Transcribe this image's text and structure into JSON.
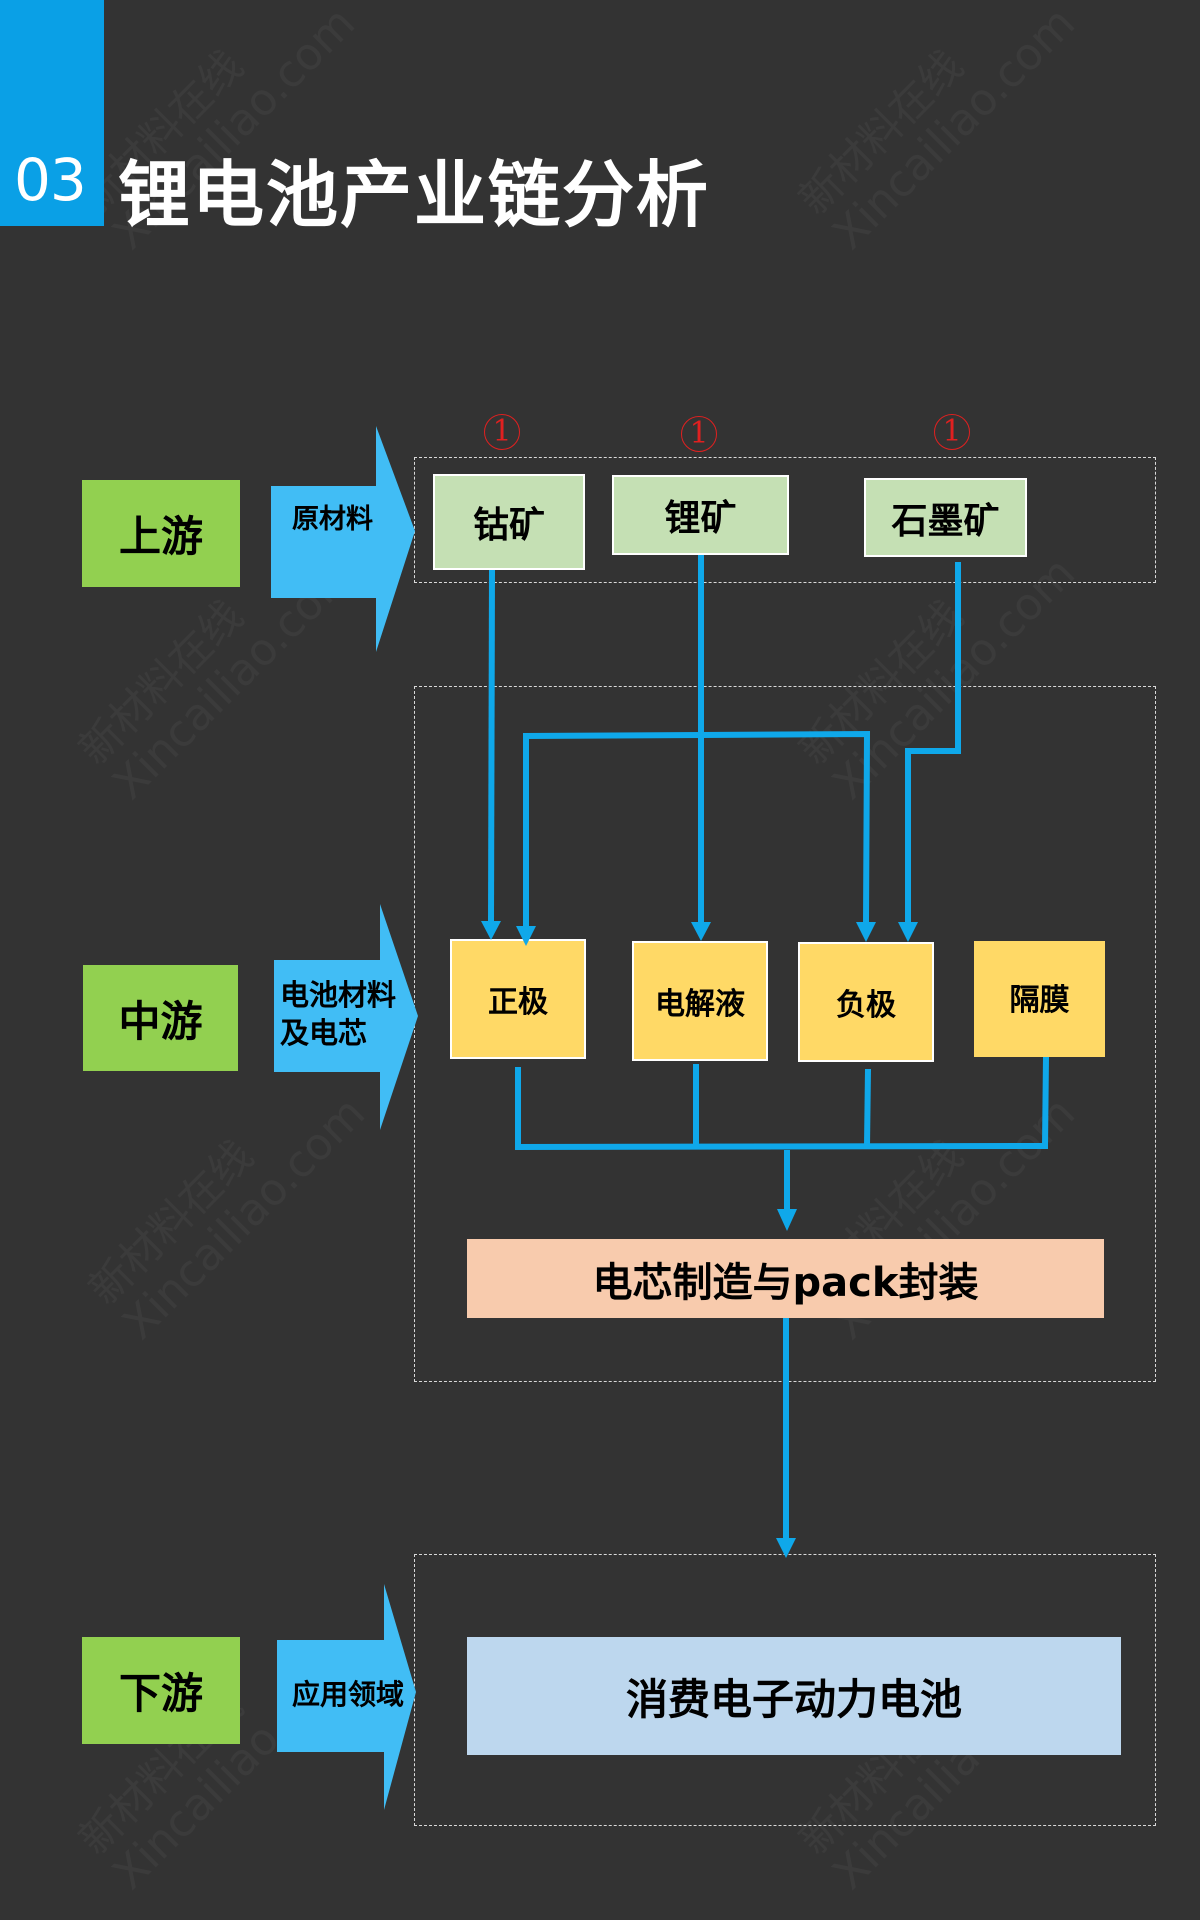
{
  "header": {
    "section_number": "03",
    "title": "锂电池产业链分析"
  },
  "watermark": {
    "text": "新材料在线",
    "url": "Xincailiao.com"
  },
  "stages": {
    "upstream": {
      "label": "上游",
      "arrow_label": "原材料",
      "items": [
        {
          "label": "钴矿",
          "marker": "1"
        },
        {
          "label": "锂矿",
          "marker": "1"
        },
        {
          "label": "石墨矿",
          "marker": "1"
        }
      ]
    },
    "midstream": {
      "label": "中游",
      "arrow_label_line1": "电池材料",
      "arrow_label_line2": "及电芯",
      "items": [
        {
          "label": "正极"
        },
        {
          "label": "电解液"
        },
        {
          "label": "负极"
        },
        {
          "label": "隔膜"
        }
      ],
      "assembly": "电芯制造与pack封装"
    },
    "downstream": {
      "label": "下游",
      "arrow_label": "应用领域",
      "application": "消费电子动力电池"
    }
  },
  "colors": {
    "background": "#333333",
    "header_accent": "#0aa0e6",
    "stage_label": "#92d050",
    "arrow_fill": "#41bdf5",
    "connector": "#0fa8ea",
    "mineral_box": "#c5e0b4",
    "material_box": "#ffd966",
    "pack_box": "#f8cbad",
    "application_box": "#bdd7ee",
    "marker": "#e02020"
  },
  "flows": [
    {
      "from": "钴矿",
      "to": "正极"
    },
    {
      "from": "锂矿",
      "to": "正极"
    },
    {
      "from": "锂矿",
      "to": "电解液"
    },
    {
      "from": "锂矿",
      "to": "负极"
    },
    {
      "from": "石墨矿",
      "to": "负极"
    },
    {
      "from": "正极",
      "to": "电芯制造与pack封装"
    },
    {
      "from": "电解液",
      "to": "电芯制造与pack封装"
    },
    {
      "from": "负极",
      "to": "电芯制造与pack封装"
    },
    {
      "from": "隔膜",
      "to": "电芯制造与pack封装"
    },
    {
      "from": "电芯制造与pack封装",
      "to": "消费电子动力电池"
    }
  ]
}
